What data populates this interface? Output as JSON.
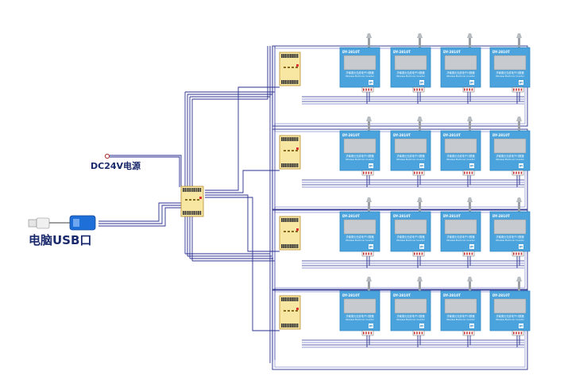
{
  "labels": {
    "power": "DC24V电源",
    "usb": "电脑USB口"
  },
  "counter_device": {
    "model": "DY-2810T",
    "name_cn": "济南德元无线电子计数器",
    "name_en": "Wireless Electronic Counter",
    "logo_text": "DY"
  },
  "layout_info": {
    "rows": 4,
    "counters_per_row": 4,
    "hub_count": 1,
    "converter_count": 1
  },
  "colors": {
    "wire": "#2a2f8f",
    "wire_light": "#6d74c9",
    "counter_body": "#4aa3dc",
    "counter_body_dark": "#2f86c4",
    "counter_screen": "#c7cbcf",
    "module_fill": "#f7e7a3",
    "module_stroke": "#b58b2a",
    "usb_blue": "#1f6fd8",
    "label": "#1a2a6c"
  }
}
